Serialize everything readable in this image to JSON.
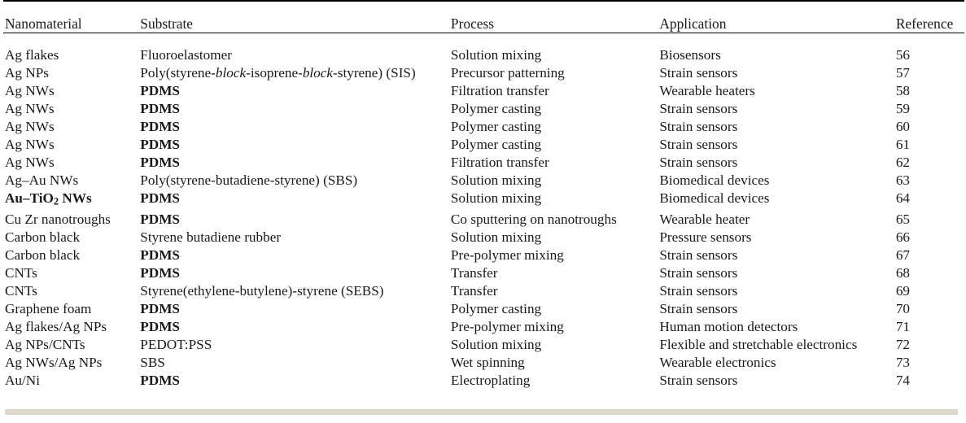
{
  "table": {
    "columns": [
      {
        "key": "nanomaterial",
        "label": "Nanomaterial"
      },
      {
        "key": "substrate",
        "label": "Substrate"
      },
      {
        "key": "process",
        "label": "Process"
      },
      {
        "key": "application",
        "label": "Application"
      },
      {
        "key": "reference",
        "label": "Reference"
      }
    ],
    "rows": [
      {
        "nanomaterial": "Ag flakes",
        "substrate": "Fluoroelastomer",
        "substrate_bold": false,
        "process": "Solution mixing",
        "application": "Biosensors",
        "reference": "56"
      },
      {
        "nanomaterial": "Ag NPs",
        "substrate": "Poly(styrene-block-isoprene-block-styrene) (SIS)",
        "substrate_html": "Poly(styrene-<i>block</i>-isoprene-<i>block</i>-styrene) (SIS)",
        "substrate_bold": false,
        "process": "Precursor patterning",
        "application": "Strain sensors",
        "reference": "57"
      },
      {
        "nanomaterial": "Ag NWs",
        "substrate": "PDMS",
        "substrate_bold": true,
        "process": "Filtration transfer",
        "application": "Wearable heaters",
        "reference": "58"
      },
      {
        "nanomaterial": "Ag NWs",
        "substrate": "PDMS",
        "substrate_bold": true,
        "process": "Polymer casting",
        "application": "Strain sensors",
        "reference": "59"
      },
      {
        "nanomaterial": "Ag NWs",
        "substrate": "PDMS",
        "substrate_bold": true,
        "process": "Polymer casting",
        "application": "Strain sensors",
        "reference": "60"
      },
      {
        "nanomaterial": "Ag NWs",
        "substrate": "PDMS",
        "substrate_bold": true,
        "process": "Polymer casting",
        "application": "Strain sensors",
        "reference": "61"
      },
      {
        "nanomaterial": "Ag NWs",
        "substrate": "PDMS",
        "substrate_bold": true,
        "process": "Filtration transfer",
        "application": "Strain sensors",
        "reference": "62"
      },
      {
        "nanomaterial": "Ag–Au NWs",
        "substrate": "Poly(styrene-butadiene-styrene) (SBS)",
        "substrate_bold": false,
        "process": "Solution mixing",
        "application": "Biomedical devices",
        "reference": "63"
      },
      {
        "nanomaterial": "Au–TiO2 NWs",
        "nanomaterial_html": "Au–TiO<sub>2</sub> NWs",
        "nanomaterial_bold": true,
        "substrate": "PDMS",
        "substrate_bold": true,
        "process": "Solution mixing",
        "application": "Biomedical devices",
        "reference": "64"
      },
      {
        "nanomaterial": "Cu Zr nanotroughs",
        "substrate": "PDMS",
        "substrate_bold": true,
        "process": "Co sputtering on nanotroughs",
        "application": "Wearable heater",
        "reference": "65"
      },
      {
        "nanomaterial": "Carbon black",
        "substrate": "Styrene butadiene rubber",
        "substrate_bold": false,
        "process": "Solution mixing",
        "application": "Pressure sensors",
        "reference": "66"
      },
      {
        "nanomaterial": "Carbon black",
        "substrate": "PDMS",
        "substrate_bold": true,
        "process": "Pre-polymer mixing",
        "application": "Strain sensors",
        "reference": "67"
      },
      {
        "nanomaterial": "CNTs",
        "substrate": "PDMS",
        "substrate_bold": true,
        "process": "Transfer",
        "application": "Strain sensors",
        "reference": "68"
      },
      {
        "nanomaterial": "CNTs",
        "substrate": "Styrene(ethylene-butylene)-styrene (SEBS)",
        "substrate_bold": false,
        "process": "Transfer",
        "application": "Strain sensors",
        "reference": "69"
      },
      {
        "nanomaterial": "Graphene foam",
        "substrate": "PDMS",
        "substrate_bold": true,
        "process": "Polymer casting",
        "application": "Strain sensors",
        "reference": "70"
      },
      {
        "nanomaterial": "Ag flakes/Ag NPs",
        "substrate": "PDMS",
        "substrate_bold": true,
        "process": "Pre-polymer mixing",
        "application": "Human motion detectors",
        "reference": "71"
      },
      {
        "nanomaterial": "Ag NPs/CNTs",
        "substrate": "PEDOT:PSS",
        "substrate_bold": false,
        "process": "Solution mixing",
        "application": "Flexible and stretchable electronics",
        "reference": "72"
      },
      {
        "nanomaterial": "Ag NWs/Ag NPs",
        "substrate": "SBS",
        "substrate_bold": false,
        "process": "Wet spinning",
        "application": "Wearable electronics",
        "reference": "73"
      },
      {
        "nanomaterial": "Au/Ni",
        "substrate": "PDMS",
        "substrate_bold": true,
        "process": "Electroplating",
        "application": "Strain sensors",
        "reference": "74"
      }
    ]
  },
  "colors": {
    "rule": "#000000",
    "bottom_bar": "#ddd8c8",
    "text": "#1a1a1a"
  }
}
